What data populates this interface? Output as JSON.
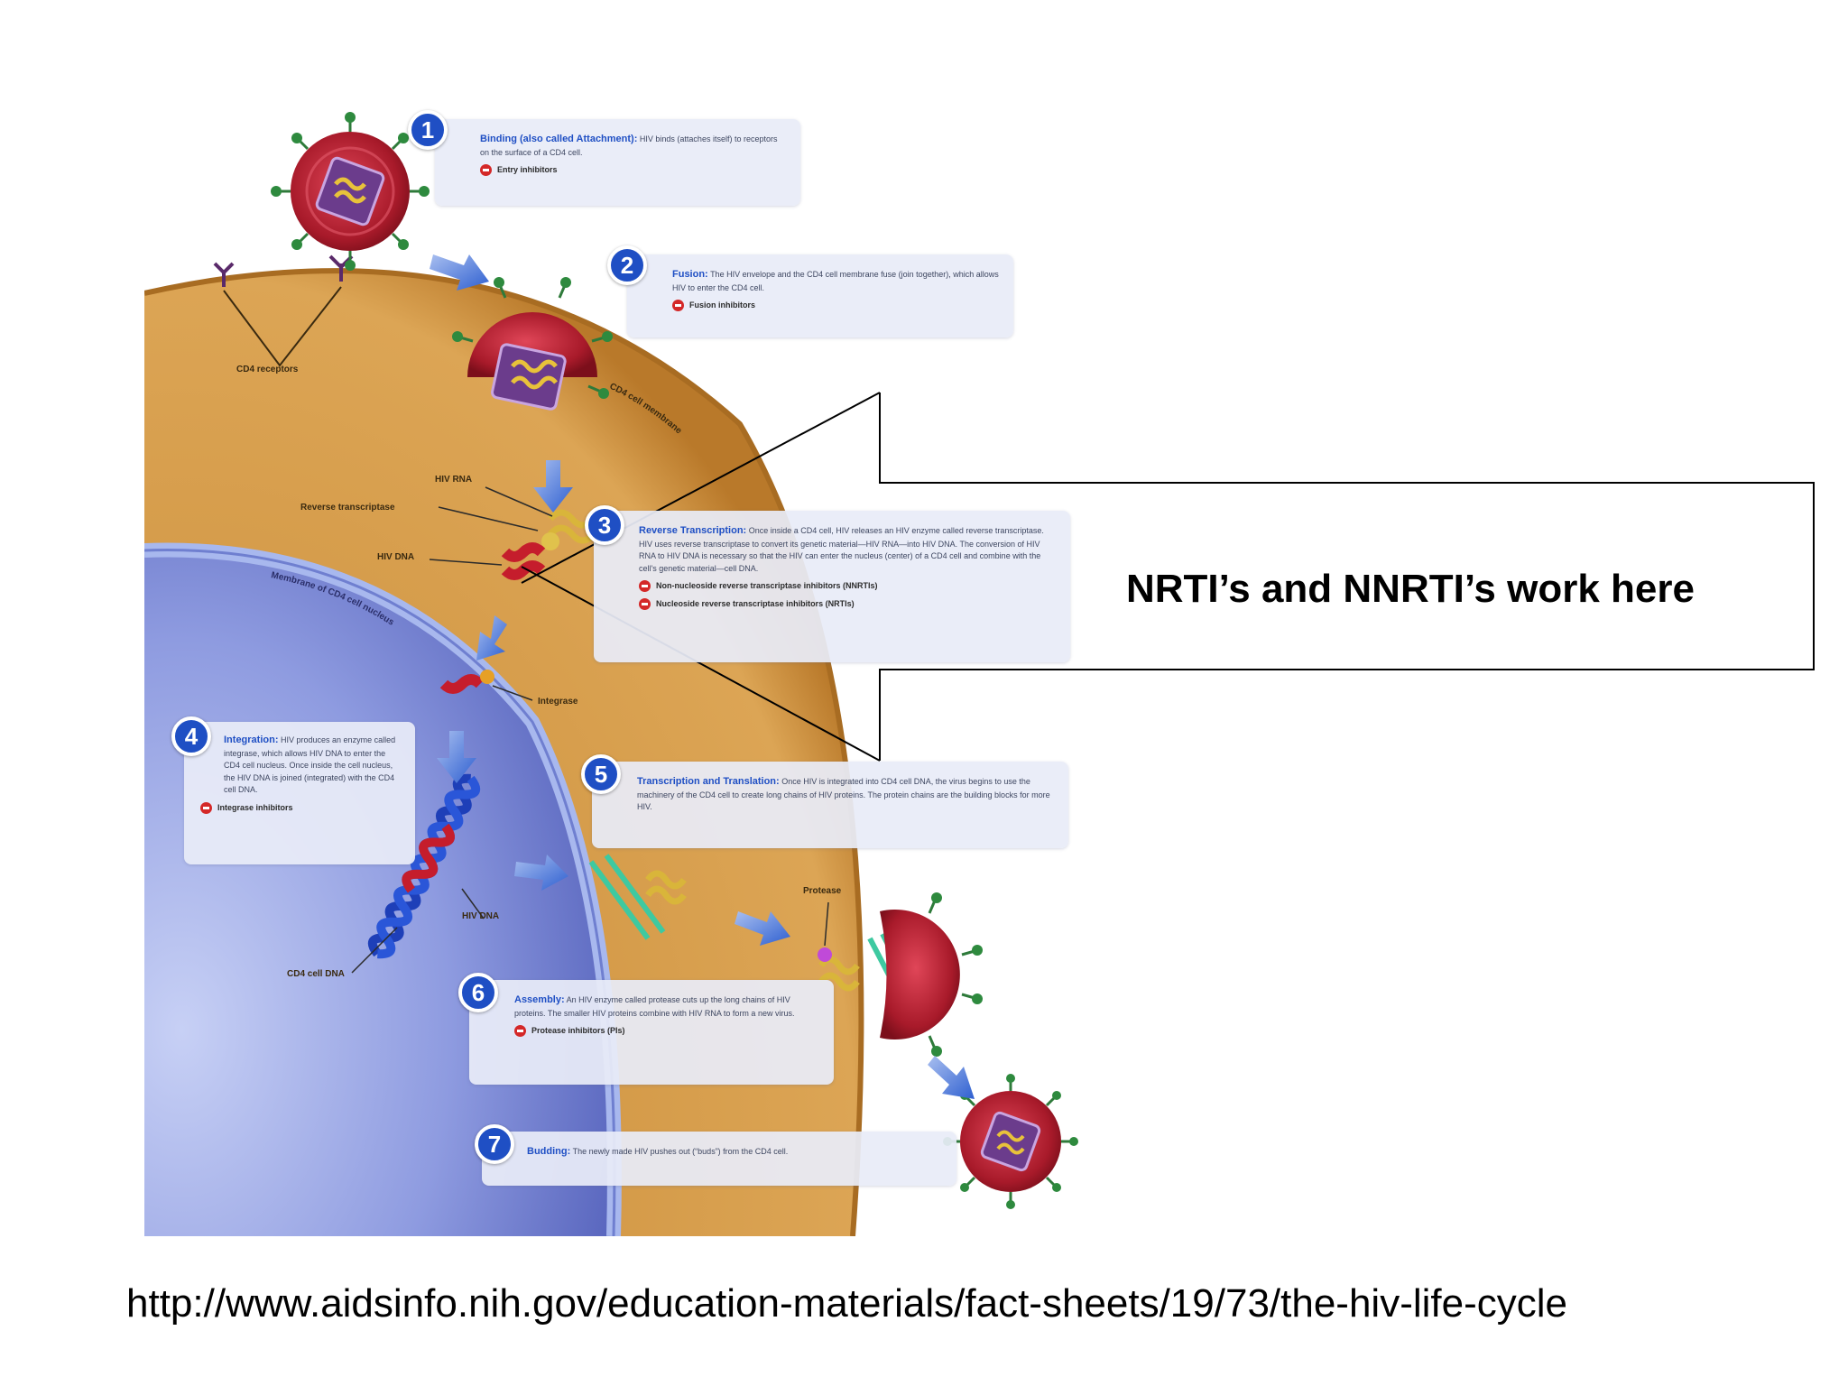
{
  "callout": {
    "text": "NRTI’s and NNRTI’s work here"
  },
  "source": {
    "url": "http://www.aidsinfo.nih.gov/education-materials/fact-sheets/19/73/the-hiv-life-cycle"
  },
  "labels": {
    "cd4_receptors": "CD4 receptors",
    "cd4_membrane": "CD4 cell membrane",
    "nucleus_membrane": "Membrane of CD4 cell nucleus",
    "hiv_rna": "HIV RNA",
    "reverse_transcriptase": "Reverse transcriptase",
    "hiv_dna_3": "HIV DNA",
    "integrase": "Integrase",
    "hiv_dna_4": "HIV DNA",
    "cd4_cell_dna": "CD4 cell DNA",
    "protease": "Protease"
  },
  "steps": [
    {
      "number": "1",
      "title": "Binding (also called Attachment):",
      "text": "HIV binds (attaches itself) to receptors on the surface of a CD4 cell.",
      "drugs": [
        "Entry inhibitors"
      ]
    },
    {
      "number": "2",
      "title": "Fusion:",
      "text": "The HIV envelope and the CD4 cell membrane fuse (join together), which allows HIV to enter the CD4 cell.",
      "drugs": [
        "Fusion inhibitors"
      ]
    },
    {
      "number": "3",
      "title": "Reverse Transcription:",
      "text": "Once inside a CD4 cell, HIV releases an HIV enzyme called reverse transcriptase. HIV uses reverse transcriptase to convert its genetic material—HIV RNA—into HIV DNA. The conversion of HIV RNA to HIV DNA is necessary so that the HIV can enter the nucleus (center) of a CD4 cell and combine with the cell's genetic material—cell DNA.",
      "drugs": [
        "Non-nucleoside reverse transcriptase inhibitors (NNRTIs)",
        "Nucleoside reverse transcriptase inhibitors (NRTIs)"
      ]
    },
    {
      "number": "4",
      "title": "Integration:",
      "text": "HIV produces an enzyme called integrase, which allows HIV DNA to enter the CD4 cell nucleus. Once inside the cell nucleus, the HIV DNA is joined (integrated) with the CD4 cell DNA.",
      "drugs": [
        "Integrase inhibitors"
      ]
    },
    {
      "number": "5",
      "title": "Transcription and Translation:",
      "text": "Once HIV is integrated into CD4 cell DNA, the virus begins to use the machinery of the CD4 cell to create long chains of HIV proteins. The protein chains are the building blocks for more HIV.",
      "drugs": []
    },
    {
      "number": "6",
      "title": "Assembly:",
      "text": "An HIV enzyme called protease cuts up the long chains of HIV proteins. The smaller HIV proteins combine with HIV RNA to form a new virus.",
      "drugs": [
        "Protease inhibitors (PIs)"
      ]
    },
    {
      "number": "7",
      "title": "Budding:",
      "text": "The newly made HIV pushes out (“buds”) from the CD4 cell.",
      "drugs": []
    }
  ],
  "colors": {
    "cell": "#d79b45",
    "cell_edge": "#b9792a",
    "nucleus": "#7d8ad6",
    "nucleus_rim": "#9fb0e8",
    "virus": "#b01e2e",
    "step_number": "#1f4fc4",
    "inhibitor": "#d42828"
  }
}
